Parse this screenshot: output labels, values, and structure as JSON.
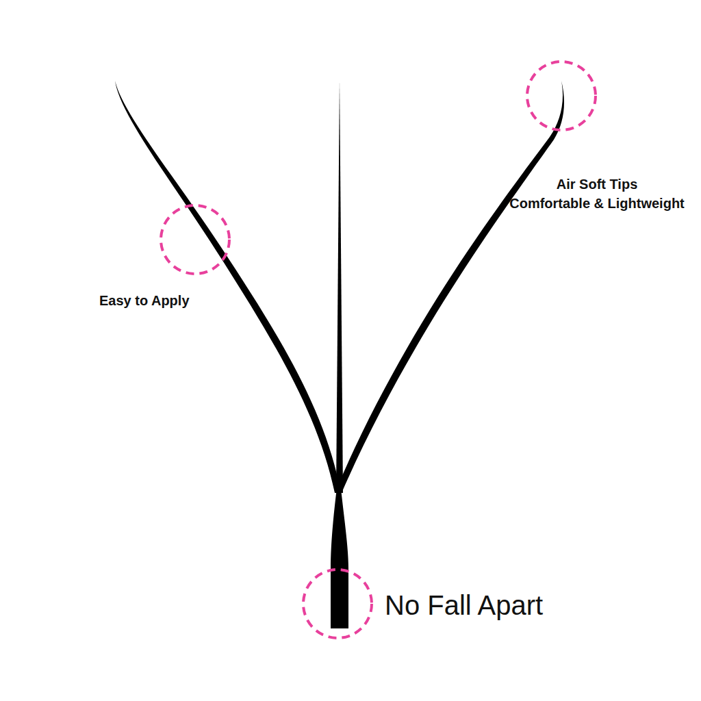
{
  "diagram": {
    "labels": [
      "Air Soft Tips",
      "Comfortable & Lightweight",
      "Easy to Apply",
      "No Fall Apart"
    ]
  }
}
